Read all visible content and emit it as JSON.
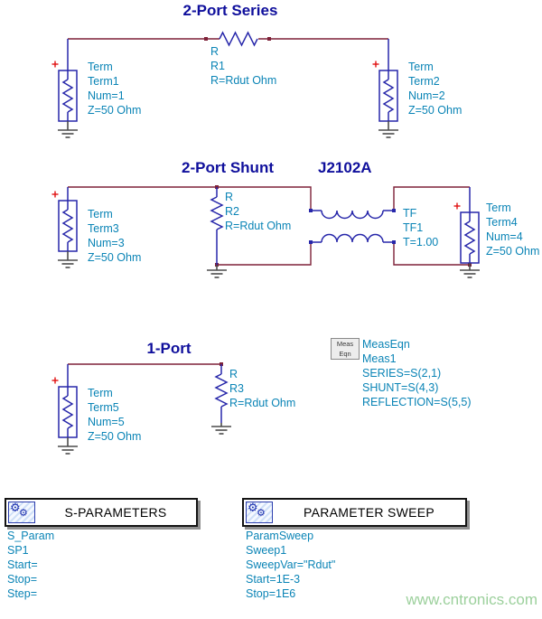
{
  "titles": {
    "series": "2-Port Series",
    "shunt": "2-Port Shunt",
    "transformer_part": "J2102A",
    "one_port": "1-Port"
  },
  "terms": {
    "term1": {
      "type": "Term",
      "name": "Term1",
      "num": "Num=1",
      "impedance": "Z=50 Ohm"
    },
    "term2": {
      "type": "Term",
      "name": "Term2",
      "num": "Num=2",
      "impedance": "Z=50 Ohm"
    },
    "term3": {
      "type": "Term",
      "name": "Term3",
      "num": "Num=3",
      "impedance": "Z=50 Ohm"
    },
    "term4": {
      "type": "Term",
      "name": "Term4",
      "num": "Num=4",
      "impedance": "Z=50 Ohm"
    },
    "term5": {
      "type": "Term",
      "name": "Term5",
      "num": "Num=5",
      "impedance": "Z=50 Ohm"
    }
  },
  "resistors": {
    "r1": {
      "type": "R",
      "name": "R1",
      "value": "R=Rdut Ohm"
    },
    "r2": {
      "type": "R",
      "name": "R2",
      "value": "R=Rdut Ohm"
    },
    "r3": {
      "type": "R",
      "name": "R3",
      "value": "R=Rdut Ohm"
    }
  },
  "transformer": {
    "type": "TF",
    "name": "TF1",
    "ratio": "T=1.00"
  },
  "meas_eqn": {
    "icon_top": "Meas",
    "icon_bottom": "Eqn",
    "component": "MeasEqn",
    "name": "Meas1",
    "eq_series": "SERIES=S(2,1)",
    "eq_shunt": "SHUNT=S(4,3)",
    "eq_reflection": "REFLECTION=S(5,5)"
  },
  "s_parameters": {
    "title": "S-PARAMETERS",
    "component": "S_Param",
    "name": "SP1",
    "start": "Start=",
    "stop": "Stop=",
    "step": "Step="
  },
  "param_sweep": {
    "title": "PARAMETER SWEEP",
    "component": "ParamSweep",
    "name": "Sweep1",
    "sweep_var": "SweepVar=\"Rdut\"",
    "start": "Start=1E-3",
    "stop": "Stop=1E6"
  },
  "icons": {
    "gear": "⚙"
  },
  "watermark": "www.cntronics.com",
  "colors": {
    "title": "#0f0f9c",
    "component_text": "#0a84b6",
    "wire": "#7e2138",
    "symbol": "#2727aa",
    "ground": "#4b4b4b",
    "plus": "#e01010",
    "watermark": "#9cd09c"
  }
}
